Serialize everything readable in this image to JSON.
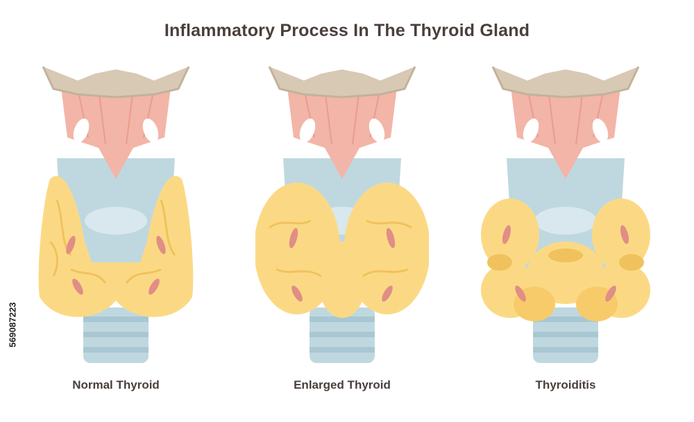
{
  "title": "Inflammatory Process In The Thyroid Gland",
  "panels": [
    {
      "label": "Normal Thyroid"
    },
    {
      "label": "Enlarged Thyroid"
    },
    {
      "label": "Thyroiditis"
    }
  ],
  "stock_id": "569087223",
  "colors": {
    "title_text": "#4a3f3c",
    "larynx": "#f2b5a8",
    "cartilage_top": "#d8c9b4",
    "trachea": "#bfd8e0",
    "trachea_ring": "#a9c7d2",
    "thyroid": "#fbd984",
    "thyroid_shade": "#f0c25d",
    "vessel": "#e08e86"
  }
}
